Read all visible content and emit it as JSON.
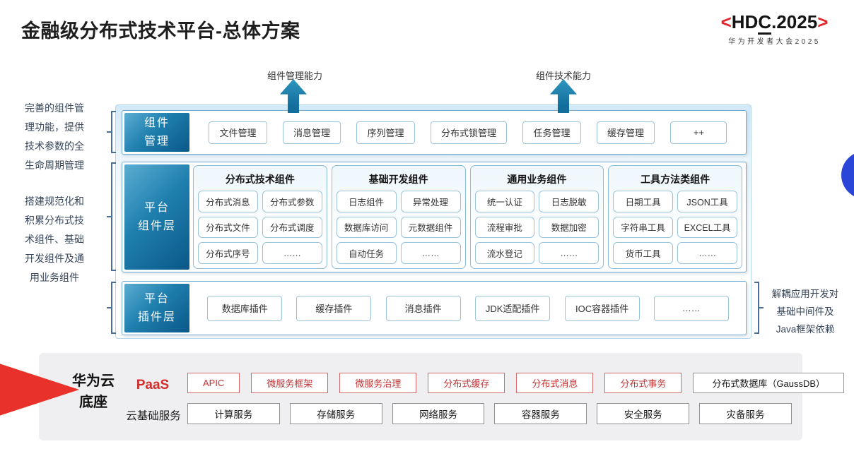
{
  "title": "金融级分布式技术平台-总体方案",
  "logo": {
    "bracket_left": "<",
    "hd": "HD",
    "c": "C",
    "rest": ".2025",
    "bracket_right": ">",
    "subtitle": "华为开发者大会2025"
  },
  "arrow_labels": {
    "left": "组件管理能力",
    "right": "组件技术能力"
  },
  "left_notes": {
    "note1": "完善的组件管理功能，提供技术参数的全生命周期管理",
    "note2": "搭建规范化和积累分布式技术组件、基础开发组件及通用业务组件"
  },
  "right_note": "解耦应用开发对基础中间件及Java框架依赖",
  "rows": {
    "component_mgmt": {
      "label_lines": [
        "组件",
        "管理"
      ],
      "items": [
        "文件管理",
        "消息管理",
        "序列管理",
        "分布式锁管理",
        "任务管理",
        "缓存管理",
        "++"
      ]
    },
    "platform_components": {
      "label_lines": [
        "平台",
        "组件层"
      ],
      "groups": [
        {
          "title": "分布式技术组件",
          "items": [
            "分布式消息",
            "分布式参数",
            "分布式文件",
            "分布式调度",
            "分布式序号",
            "……"
          ]
        },
        {
          "title": "基础开发组件",
          "items": [
            "日志组件",
            "异常处理",
            "数据库访问",
            "元数据组件",
            "自动任务",
            "……"
          ]
        },
        {
          "title": "通用业务组件",
          "items": [
            "统一认证",
            "日志脱敏",
            "流程审批",
            "数据加密",
            "流水登记",
            "……"
          ]
        },
        {
          "title": "工具方法类组件",
          "items": [
            "日期工具",
            "JSON工具",
            "字符串工具",
            "EXCEL工具",
            "货币工具",
            "……"
          ]
        }
      ]
    },
    "platform_plugins": {
      "label_lines": [
        "平台",
        "插件层"
      ],
      "items": [
        "数据库插件",
        "缓存插件",
        "消息插件",
        "JDK适配插件",
        "IOC容器插件",
        "……"
      ]
    }
  },
  "foundation": {
    "label_lines": [
      "华为云",
      "底座"
    ],
    "paas_label": "PaaS",
    "paas_items": [
      "APIC",
      "微服务框架",
      "微服务治理",
      "分布式缓存",
      "分布式消息",
      "分布式事务"
    ],
    "paas_db_item": "分布式数据库（GaussDB）",
    "cloud_label": "云基础服务",
    "cloud_items": [
      "计算服务",
      "存储服务",
      "网络服务",
      "容器服务",
      "安全服务",
      "灾备服务"
    ]
  },
  "colors": {
    "layer_label_blue": "#0a5888",
    "arrow_teal": "#136e9c",
    "hdc_red": "#e3242b",
    "paas_red": "#c23434",
    "foundation_gray": "#efeff1",
    "accent_circle_blue": "#2946d9"
  }
}
